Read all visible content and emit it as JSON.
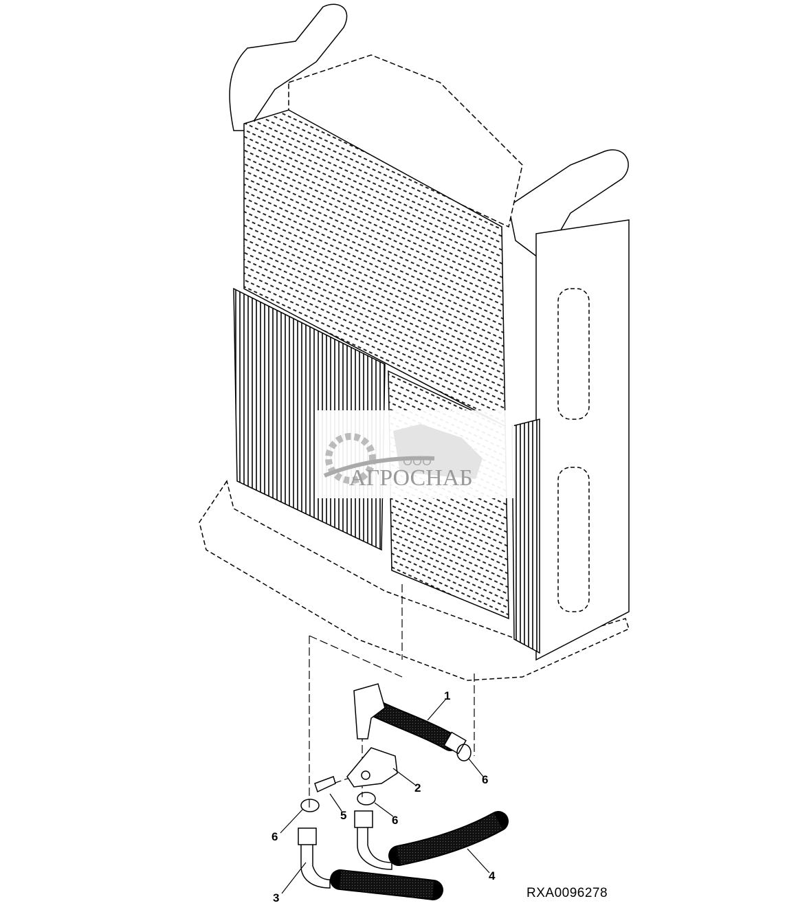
{
  "diagram": {
    "callouts": [
      {
        "id": "callout-1",
        "text": "1"
      },
      {
        "id": "callout-2",
        "text": "2"
      },
      {
        "id": "callout-3",
        "text": "3"
      },
      {
        "id": "callout-4",
        "text": "4"
      },
      {
        "id": "callout-5",
        "text": "5"
      },
      {
        "id": "callout-6a",
        "text": "6"
      },
      {
        "id": "callout-6b",
        "text": "6"
      },
      {
        "id": "callout-6c",
        "text": "6"
      }
    ],
    "figure_code": "RXA0096278"
  },
  "watermark": {
    "prefix": "ООО",
    "name": "АГРОСНАБ"
  }
}
